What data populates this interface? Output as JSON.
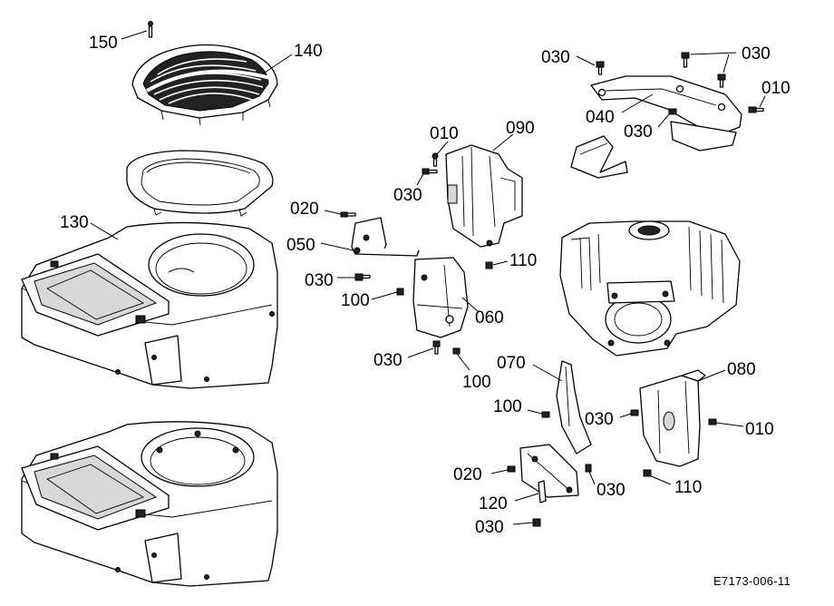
{
  "figure_ref": "E7173-006-11",
  "callouts": [
    {
      "id": "c150a",
      "text": "150"
    },
    {
      "id": "c140",
      "text": "140"
    },
    {
      "id": "c130",
      "text": "130"
    },
    {
      "id": "c030a",
      "text": "030"
    },
    {
      "id": "c030b",
      "text": "030"
    },
    {
      "id": "c010a",
      "text": "010"
    },
    {
      "id": "c040",
      "text": "040"
    },
    {
      "id": "c030c",
      "text": "030"
    },
    {
      "id": "c010b",
      "text": "010"
    },
    {
      "id": "c090",
      "text": "090"
    },
    {
      "id": "c030d",
      "text": "030"
    },
    {
      "id": "c020a",
      "text": "020"
    },
    {
      "id": "c050",
      "text": "050"
    },
    {
      "id": "c110a",
      "text": "110"
    },
    {
      "id": "c030e",
      "text": "030"
    },
    {
      "id": "c100a",
      "text": "100"
    },
    {
      "id": "c060",
      "text": "060"
    },
    {
      "id": "c030f",
      "text": "030"
    },
    {
      "id": "c100b",
      "text": "100"
    },
    {
      "id": "c070",
      "text": "070"
    },
    {
      "id": "c080",
      "text": "080"
    },
    {
      "id": "c100c",
      "text": "100"
    },
    {
      "id": "c030g",
      "text": "030"
    },
    {
      "id": "c010c",
      "text": "010"
    },
    {
      "id": "c020b",
      "text": "020"
    },
    {
      "id": "c030h",
      "text": "030"
    },
    {
      "id": "c110b",
      "text": "110"
    },
    {
      "id": "c120",
      "text": "120"
    },
    {
      "id": "c030i",
      "text": "030"
    }
  ]
}
